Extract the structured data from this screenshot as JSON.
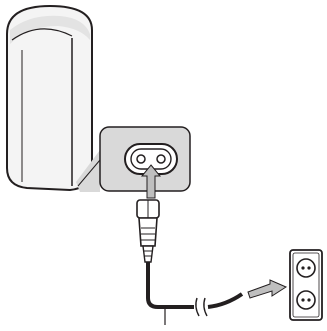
{
  "diagram": {
    "kind": "connection-illustration",
    "parts": [
      {
        "name": "speaker-unit"
      },
      {
        "name": "ac-inlet-callout"
      },
      {
        "name": "ac-inlet"
      },
      {
        "name": "power-cord-plug"
      },
      {
        "name": "power-cord"
      },
      {
        "name": "wall-outlet"
      }
    ],
    "insertion_arrows": [
      "ac-inlet-arrow",
      "outlet-arrow"
    ]
  },
  "colors": {
    "line": "#231f20",
    "speaker_fill": "#f4f4f4",
    "callout_fill": "#d9d9d9",
    "arrow_fill": "#bfbfbf",
    "inlet_fill": "#ffffff"
  }
}
